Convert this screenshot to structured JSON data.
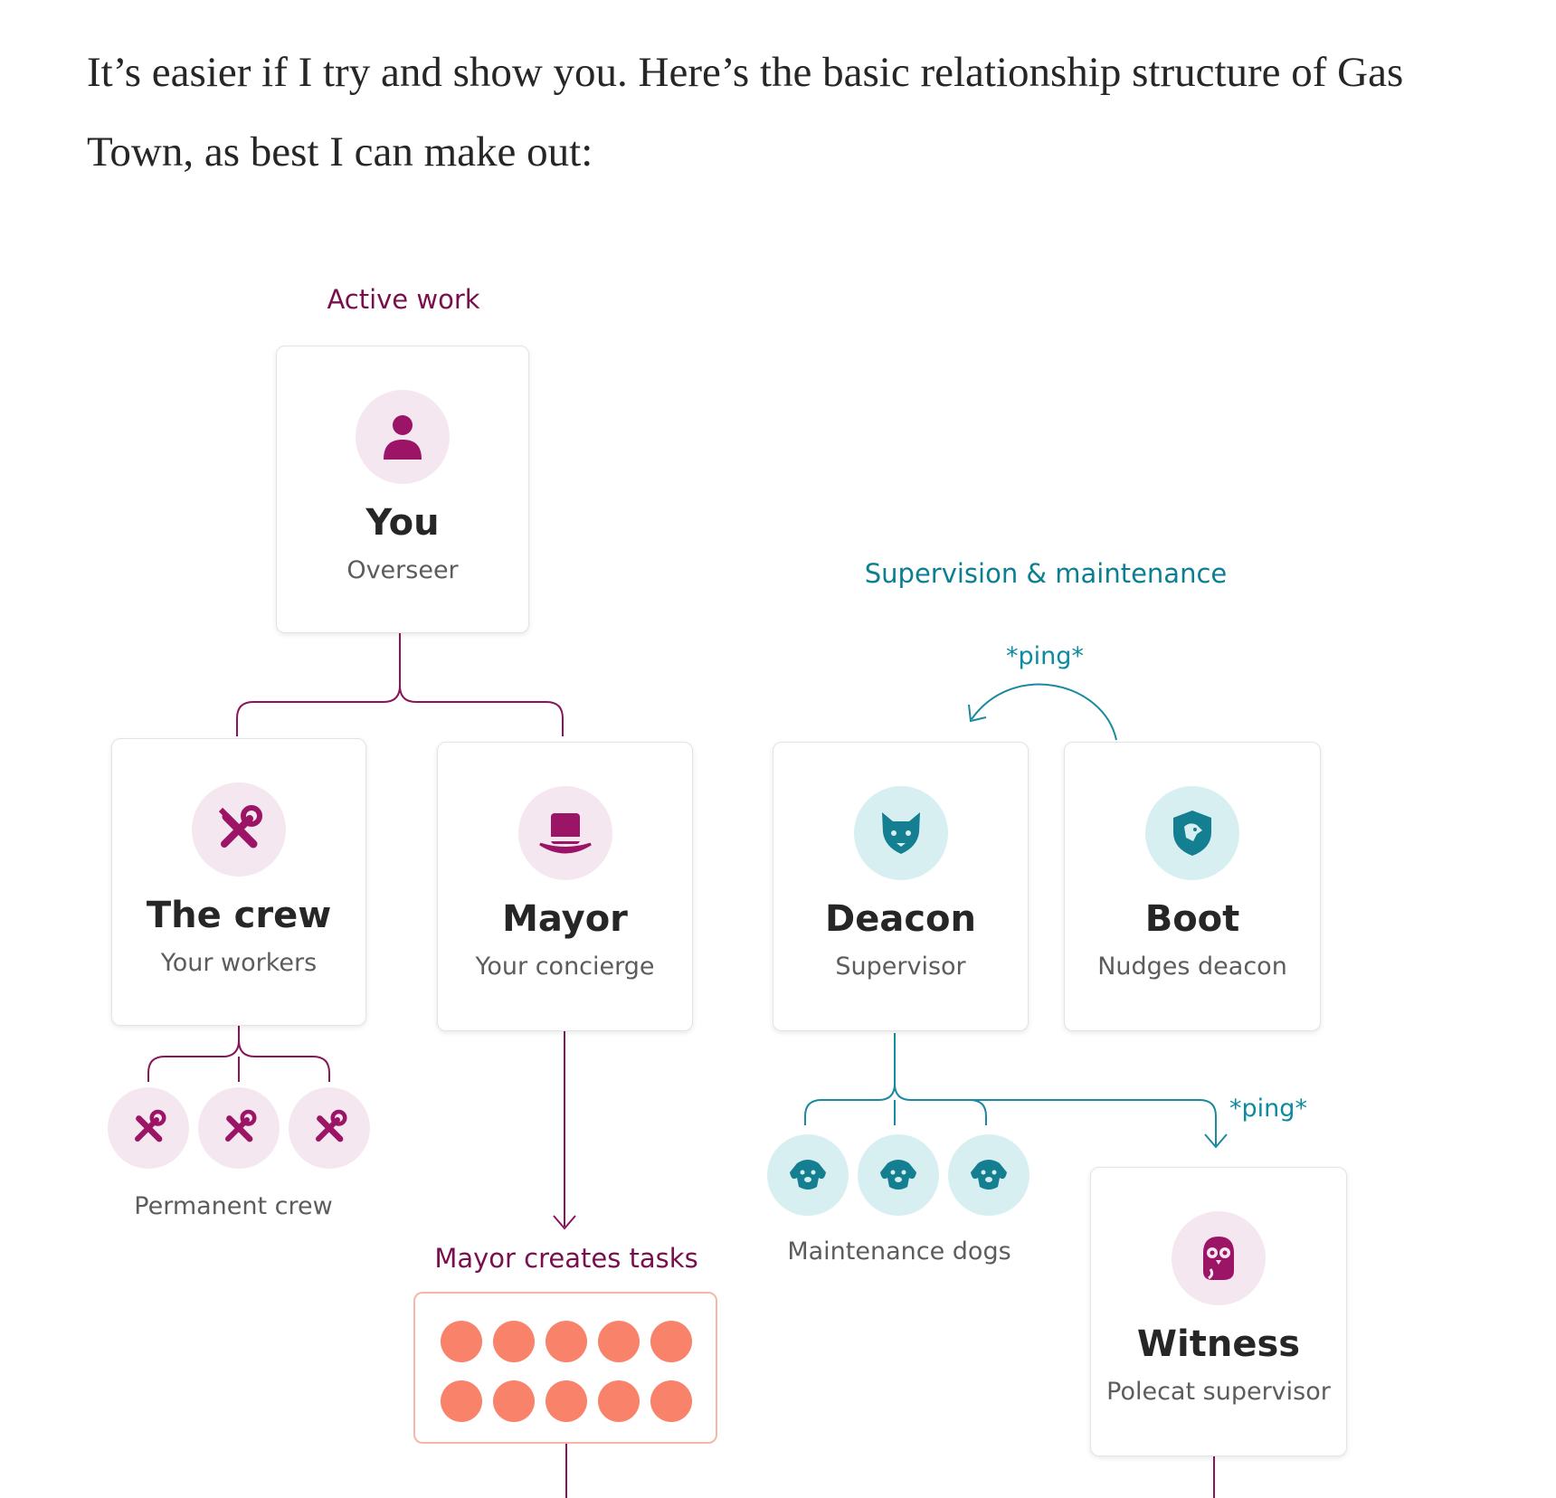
{
  "intro": {
    "text": "It’s easier if I try and show you. Here’s the basic relationship structure of Gas Town, as best I can make out:"
  },
  "diagram": {
    "active_label": "Active work",
    "supervision_label": "Supervision & maintenance",
    "tasks_label": "Mayor creates tasks",
    "ping_top": "*ping*",
    "ping_witness": "*ping*",
    "crew_group_label": "Permanent crew",
    "dogs_group_label": "Maintenance dogs",
    "nodes": {
      "you": {
        "title": "You",
        "subtitle": "Overseer",
        "icon": "person-icon"
      },
      "crew": {
        "title": "The crew",
        "subtitle": "Your workers",
        "icon": "tools-icon"
      },
      "mayor": {
        "title": "Mayor",
        "subtitle": "Your concierge",
        "icon": "top-hat-icon"
      },
      "deacon": {
        "title": "Deacon",
        "subtitle": "Supervisor",
        "icon": "wolf-icon"
      },
      "boot": {
        "title": "Boot",
        "subtitle": "Nudges deacon",
        "icon": "shield-dog-icon"
      },
      "witness": {
        "title": "Witness",
        "subtitle": "Polecat supervisor",
        "icon": "owl-icon"
      }
    },
    "task_count": 10,
    "crew_count": 3,
    "dog_count": 3,
    "colors": {
      "active": "#7a0f4d",
      "active_icon": "#9b1466",
      "supervision": "#0b7f92",
      "supervision_icon": "#137f91",
      "task_dot": "#f9826b",
      "task_border": "#f6b7a8"
    }
  }
}
